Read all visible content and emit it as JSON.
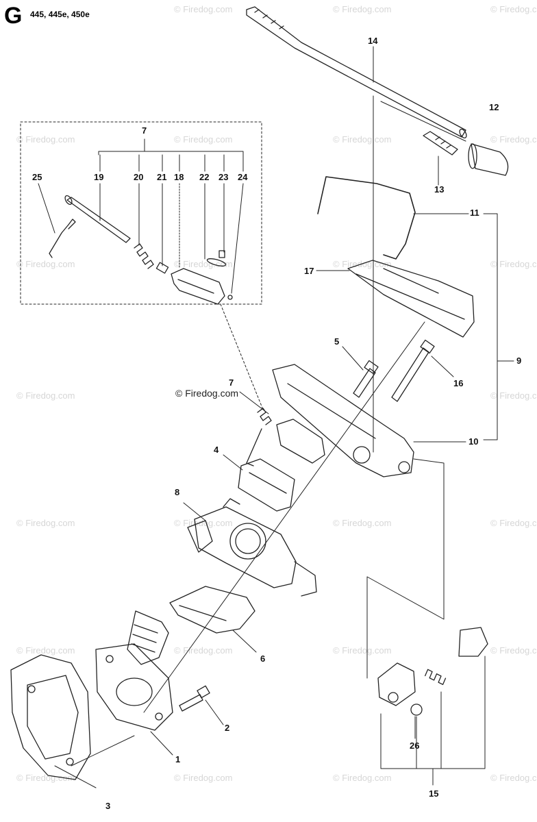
{
  "header": {
    "section_letter": "G",
    "models": "445, 445e, 450e"
  },
  "watermark": {
    "text": "© Firedog.com"
  },
  "callouts": [
    {
      "id": "c1",
      "text": "1"
    },
    {
      "id": "c2",
      "text": "2"
    },
    {
      "id": "c3",
      "text": "3"
    },
    {
      "id": "c4",
      "text": "4"
    },
    {
      "id": "c5",
      "text": "5"
    },
    {
      "id": "c6",
      "text": "6"
    },
    {
      "id": "c7a",
      "text": "7"
    },
    {
      "id": "c7b",
      "text": "7"
    },
    {
      "id": "c8",
      "text": "8"
    },
    {
      "id": "c9",
      "text": "9"
    },
    {
      "id": "c10",
      "text": "10"
    },
    {
      "id": "c11",
      "text": "11"
    },
    {
      "id": "c12",
      "text": "12"
    },
    {
      "id": "c13",
      "text": "13"
    },
    {
      "id": "c14",
      "text": "14"
    },
    {
      "id": "c15",
      "text": "15"
    },
    {
      "id": "c16",
      "text": "16"
    },
    {
      "id": "c17",
      "text": "17"
    },
    {
      "id": "c18",
      "text": "18"
    },
    {
      "id": "c19",
      "text": "19"
    },
    {
      "id": "c20",
      "text": "20"
    },
    {
      "id": "c21",
      "text": "21"
    },
    {
      "id": "c22",
      "text": "22"
    },
    {
      "id": "c23",
      "text": "23"
    },
    {
      "id": "c24",
      "text": "24"
    },
    {
      "id": "c25",
      "text": "25"
    },
    {
      "id": "c26",
      "text": "26"
    }
  ],
  "colors": {
    "line": "#222222",
    "watermark": "#d6d6d6",
    "background": "#ffffff"
  }
}
